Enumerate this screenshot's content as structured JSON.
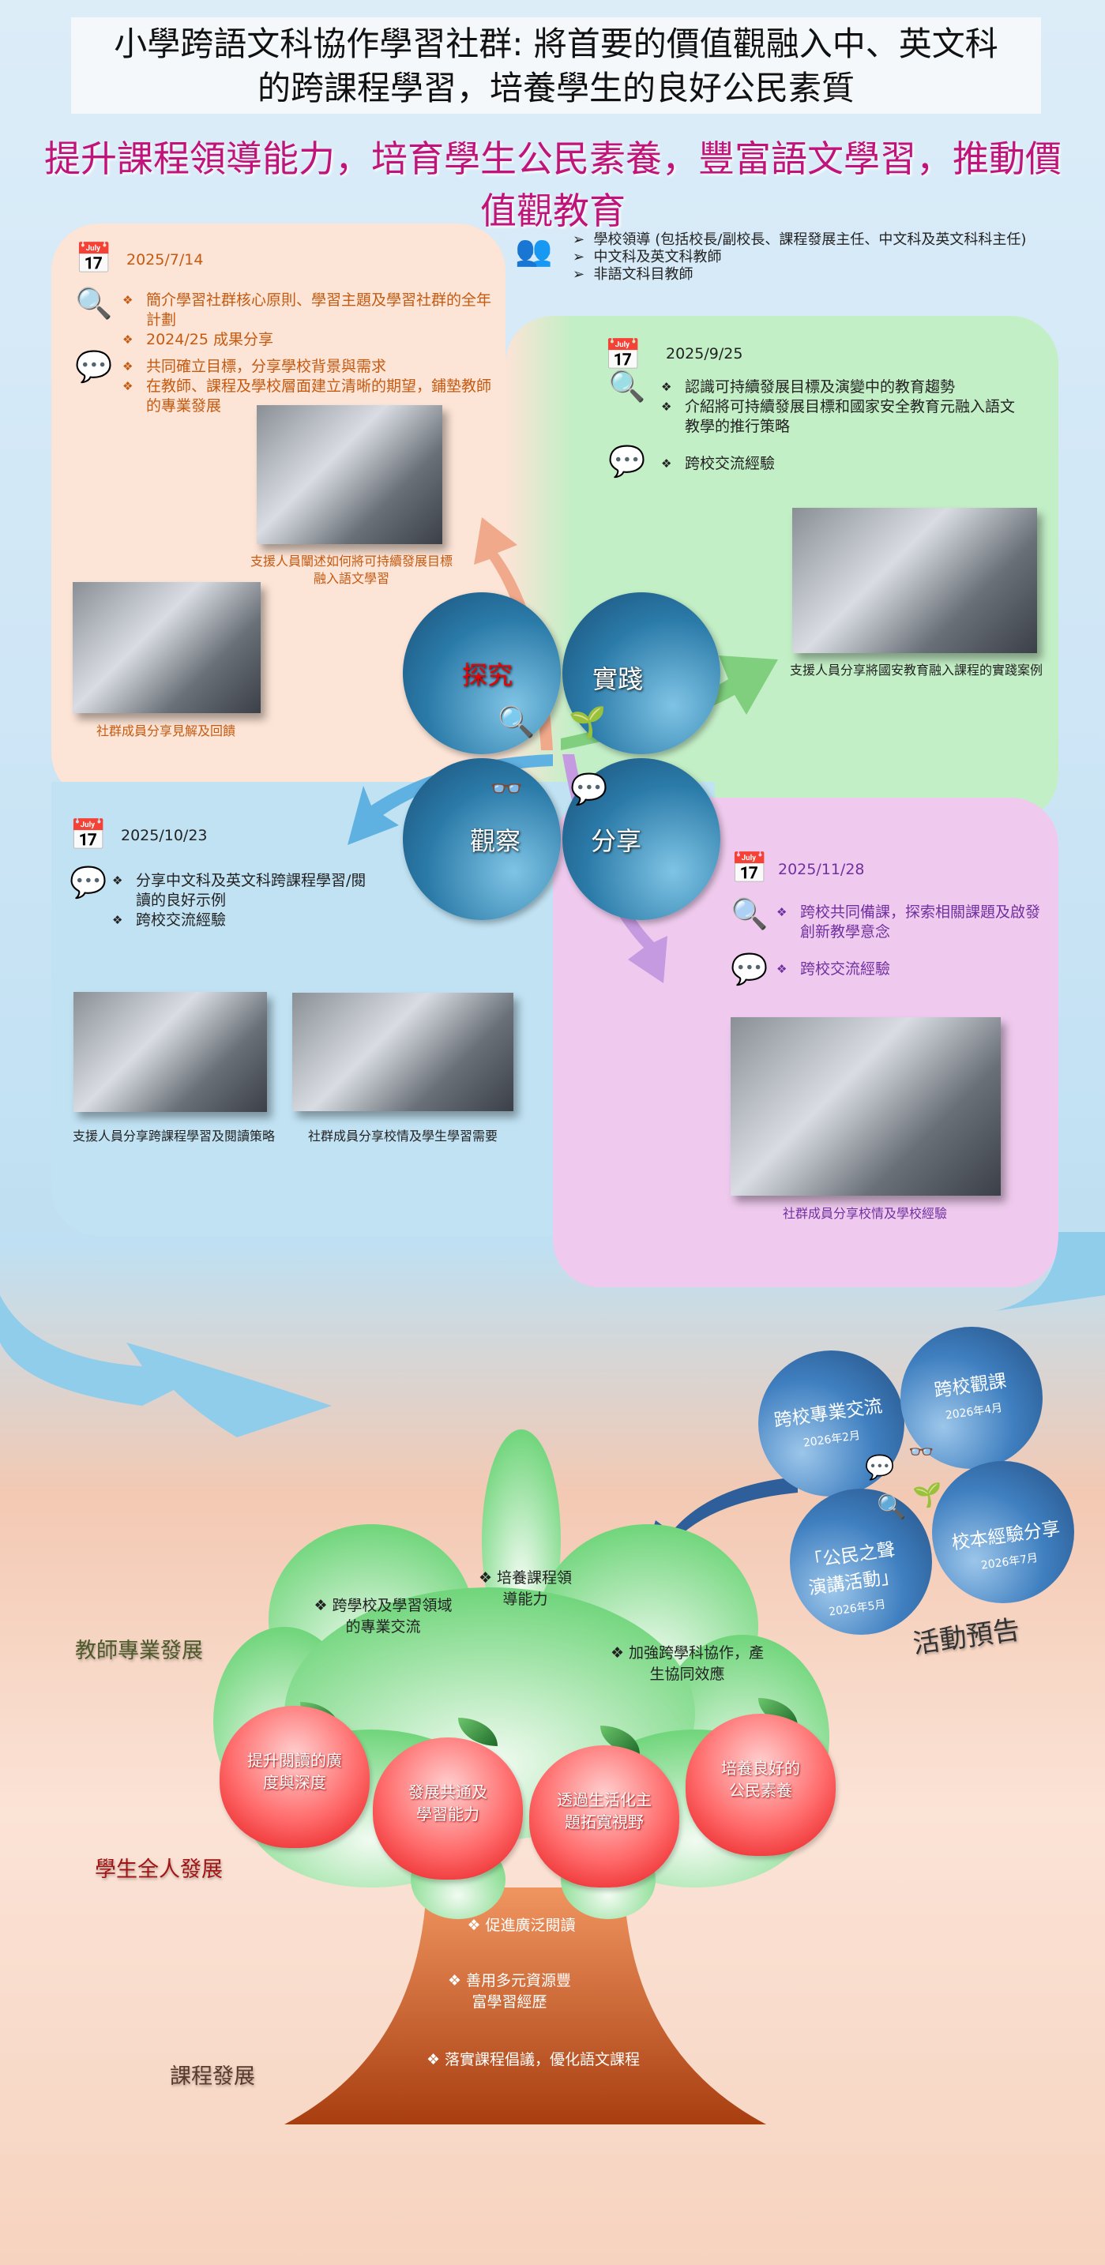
{
  "title": {
    "line1": "小學跨語文科協作學習社群: 將首要的價值觀融入中、英文科",
    "line2": "的跨課程學習，培養學生的良好公民素質"
  },
  "subtitle": "提升課程領導能力，培育學生公民素養，豐富語文學習，推動價值觀教育",
  "participants": [
    "學校領導 (包括校長/副校長、課程發展主任、中文科及英文科科主任)",
    "中文科及英文科教師",
    "非語文科目教師"
  ],
  "sessions": [
    {
      "date": "2025/7/14",
      "explore": [
        "簡介學習社群核心原則、學習主題及學習社群的全年計劃",
        "2024/25 成果分享"
      ],
      "share": [
        "共同確立目標，分享學校背景與需求",
        "在教師、課程及學校層面建立清晰的期望，鋪墊教師的專業發展"
      ],
      "captions": [
        "支援人員闡述如何將可持續發展目標融入語文學習",
        "社群成員分享見解及回饋"
      ],
      "color": "#c55a11"
    },
    {
      "date": "2025/9/25",
      "explore": [
        "認識可持續發展目標及演變中的教育趨勢",
        "介紹將可持續發展目標和國家安全教育元融入語文教學的推行策略"
      ],
      "share": [
        "跨校交流經驗"
      ],
      "captions": [
        "支援人員分享將國安教育融入課程的實踐案例"
      ],
      "color": "#538135"
    },
    {
      "date": "2025/10/23",
      "share": [
        "分享中文科及英文科跨課程學習/閱讀的良好示例",
        "跨校交流經驗"
      ],
      "captions": [
        "支援人員分享跨課程學習及閱讀策略",
        "社群成員分享校情及學生學習需要"
      ],
      "color": "#2e75b6"
    },
    {
      "date": "2025/11/28",
      "explore": [
        "跨校共同備課，探索相關課題及啟發創新教學意念"
      ],
      "share": [
        "跨校交流經驗"
      ],
      "captions": [
        "社群成員分享校情及學校經驗"
      ],
      "color": "#7030a0"
    }
  ],
  "cycle": {
    "explore": "探究",
    "practice": "實踐",
    "observe": "觀察",
    "share": "分享"
  },
  "tree": {
    "labels": {
      "teacher": "教師專業發展",
      "student": "學生全人發展",
      "curriculum": "課程發展"
    },
    "leaves": [
      "跨學校及學習領域的專業交流",
      "培養課程領導能力",
      "加強跨學科協作，產生協同效應"
    ],
    "apples": [
      "提升閱讀的廣度與深度",
      "發展共通及學習能力",
      "透過生活化主題拓寬視野",
      "培養良好的公民素養"
    ],
    "trunk": [
      "促進廣泛閱讀",
      "善用多元資源豐富學習經歷",
      "落實課程倡議，優化語文課程"
    ]
  },
  "upcoming": {
    "title": "活動預告",
    "items": [
      {
        "name": "跨校專業交流",
        "date": "2026年2月"
      },
      {
        "name": "跨校觀課",
        "date": "2026年4月"
      },
      {
        "name": "「公民之聲演講活動」",
        "date": "2026年5月"
      },
      {
        "name": "校本經驗分享",
        "date": "2026年7月"
      }
    ]
  }
}
